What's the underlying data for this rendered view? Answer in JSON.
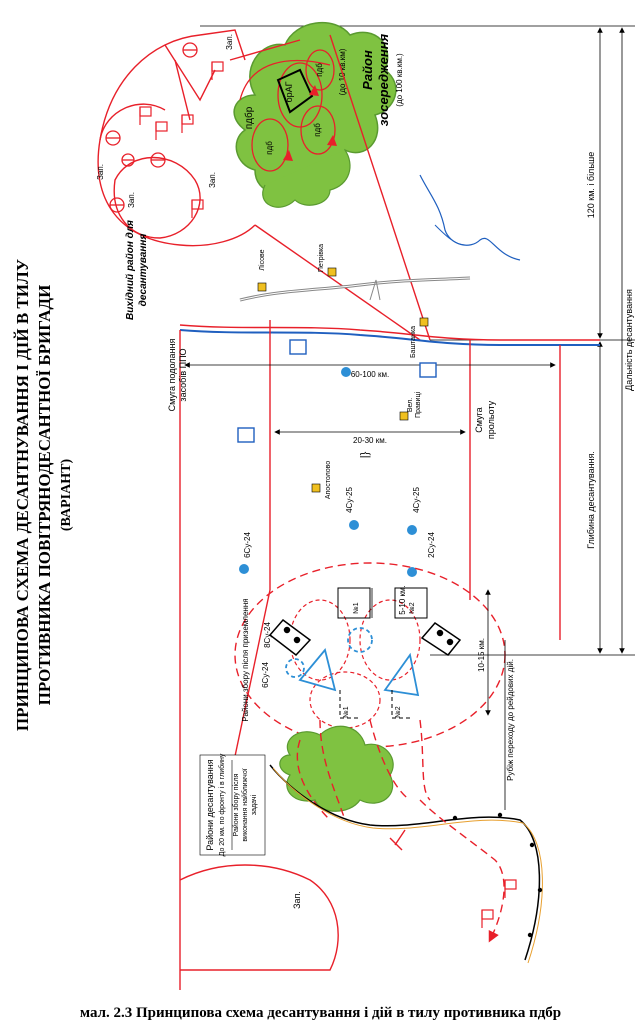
{
  "title": {
    "line1": "ПРИНЦИПОВА СХЕМА  ДЕСАНТНУВАННЯ І ДІЙ В ТИЛУ",
    "line2": "ПРОТИВНИКА ПОВІТРЯНОДЕСАНТНОЇ  БРИГАДИ",
    "line3": "(ВАРІАНТ)"
  },
  "areas": {
    "concentration": "Район",
    "concentration2": "зосередження",
    "concentration_size": "(до 100 кв.км.)",
    "concentration_inner": "(до 10 кв.км)",
    "start_area1": "Вихідний район для",
    "start_area2": "десантування",
    "landing_areas": "Райони десантування",
    "landing_size": "До 20 км. по фронту і в глибину",
    "assembly_after_landing": "Райони збору після приземлення",
    "assembly_after_task1": "Райони збору після",
    "assembly_after_task2": "виконання найближчої",
    "assembly_after_task3": "задачі",
    "raid_line": "Рубіж переходу до рейдових дій.",
    "zap": "Зап."
  },
  "strips": {
    "pvo1": "Смуга подолання",
    "pvo2": "засобів ППО",
    "flight1": "Смуга",
    "flight2": "прольоту"
  },
  "distances": {
    "d120": "120 км. і більше",
    "d_depth": "Глибина десантування.",
    "d_range": "Дальність десантування",
    "d60_100": "60-100 км.",
    "d20_30": "20-30 км.",
    "d5_10": "5-10 км.",
    "d10_15": "10-15 км."
  },
  "towns": {
    "lisove": "Лісове",
    "petrivka": "Петрівка",
    "bashtanka": "Баштанка",
    "vel_pravtsi1": "Вел.",
    "vel_pravtsi2": "Правиці",
    "apostolove": "Апостолово"
  },
  "units": {
    "pdbr": "пдбр",
    "pdb": "пдб",
    "bradn": "брАГ",
    "aircraft": "4Су-25",
    "aircraft2": "8Су-24",
    "aircraft3": "6Су-24",
    "aircraft4": "2Су-24",
    "ch": "\"Ч\"-",
    "n1": "№1",
    "n2": "№2"
  },
  "caption": "мал. 2.3 Принципова схема десантування і дій в тилу противника пдбр",
  "colors": {
    "red": "#e8202a",
    "green": "#7fc241",
    "dark_green": "#4a8a2a",
    "blue": "#1f5fbf",
    "light_blue": "#2d8fd6",
    "gray": "#888888",
    "yellow": "#f0c020"
  }
}
